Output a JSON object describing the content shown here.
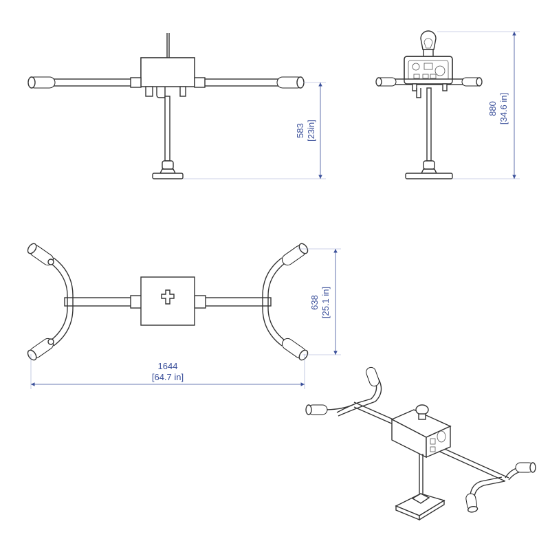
{
  "dimensions": {
    "front_height": {
      "value": "583",
      "unit": "[23in]"
    },
    "side_height": {
      "value": "880",
      "unit": "[34.6 in]"
    },
    "top_depth": {
      "value": "638",
      "unit": "[25.1 in]"
    },
    "top_width": {
      "value": "1644",
      "unit": "[64.7 in]"
    }
  },
  "colors": {
    "dimension": "#3a4f9a",
    "outline": "#333333"
  }
}
